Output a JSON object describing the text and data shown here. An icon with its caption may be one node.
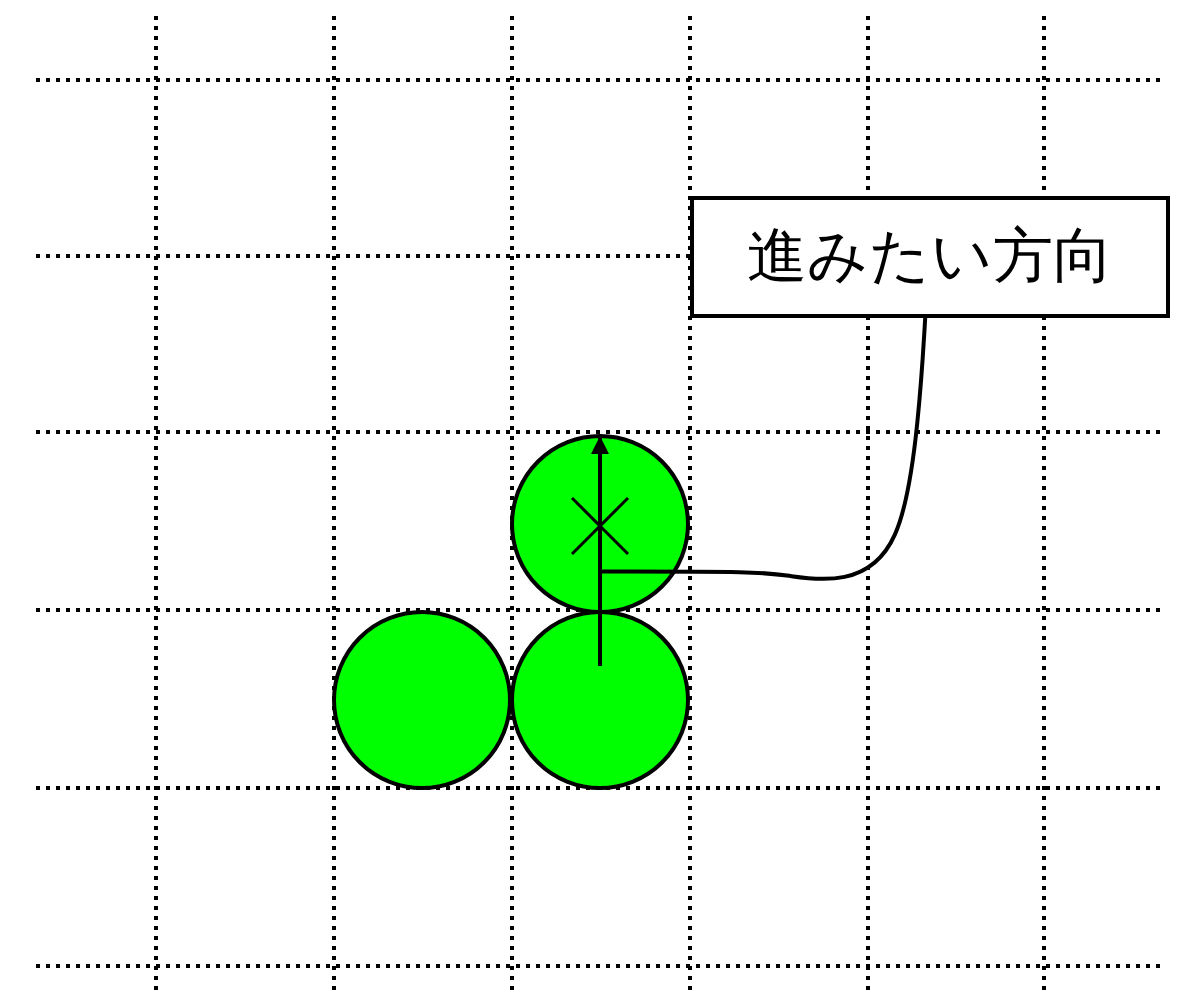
{
  "diagram": {
    "nodes": [
      {
        "text": [
          "進みたい方向"
        ]
      },
      {
        "text": [],
        "shape": "circle"
      },
      {
        "text": [],
        "shape": "circle"
      },
      {
        "text": [],
        "shape": "circle"
      }
    ],
    "edges": [
      {
        "from": 0,
        "to": 1,
        "arrow": "none"
      },
      {
        "from": 3,
        "to": 1,
        "arrow": "to"
      }
    ]
  }
}
